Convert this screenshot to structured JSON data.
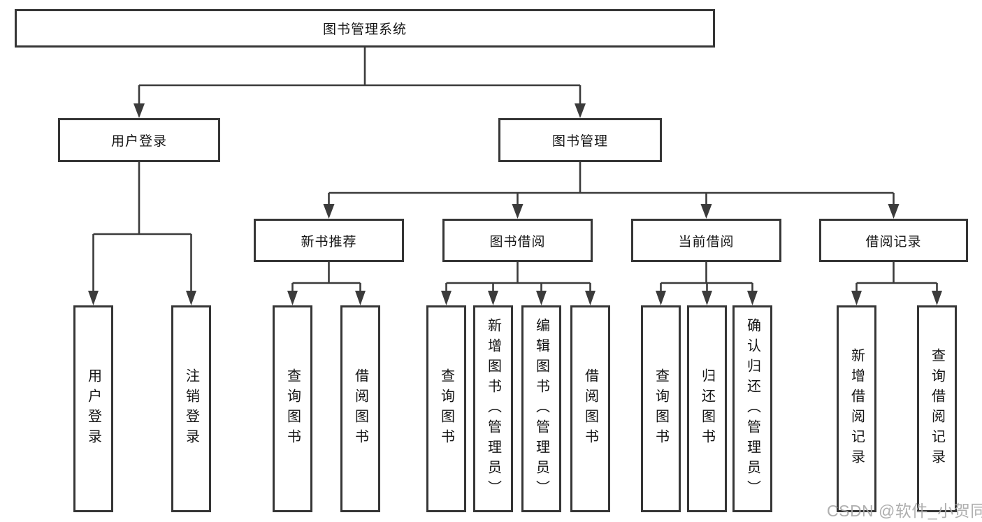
{
  "diagram": {
    "title": "图书管理系统",
    "type": "hierarchy-tree",
    "colors": {
      "line": "#3b3b3b",
      "box_border": "#363636",
      "box_fill": "#ffffff",
      "text": "#141414",
      "watermark": "#a8a8a8"
    },
    "tree": {
      "root": {
        "label": "图书管理系统"
      },
      "branches": [
        {
          "label": "用户登录",
          "children": [
            {
              "label": "用户登录"
            },
            {
              "label": "注销登录"
            }
          ]
        },
        {
          "label": "图书管理",
          "children": [
            {
              "label": "新书推荐",
              "children": [
                {
                  "label": "查询图书"
                },
                {
                  "label": "借阅图书"
                }
              ]
            },
            {
              "label": "图书借阅",
              "children": [
                {
                  "label": "查询图书"
                },
                {
                  "label": "新增图书（管理员）"
                },
                {
                  "label": "编辑图书（管理员）"
                },
                {
                  "label": "借阅图书"
                }
              ]
            },
            {
              "label": "当前借阅",
              "children": [
                {
                  "label": "查询图书"
                },
                {
                  "label": "归还图书"
                },
                {
                  "label": "确认归还（管理员）"
                }
              ]
            },
            {
              "label": "借阅记录",
              "children": [
                {
                  "label": "新增借阅记录"
                },
                {
                  "label": "查询借阅记录"
                }
              ]
            }
          ]
        }
      ]
    },
    "watermark": "CSDN @软件_小贺同学"
  }
}
